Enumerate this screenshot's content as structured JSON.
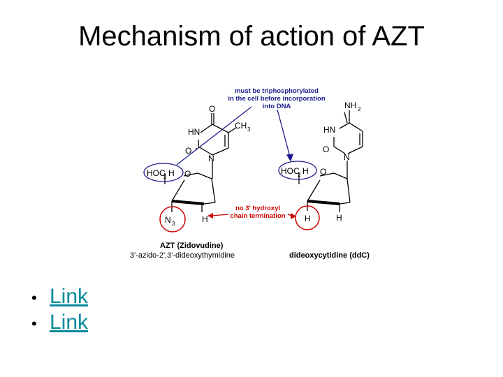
{
  "slide": {
    "title": "Mechanism of action of AZT"
  },
  "diagram": {
    "note_top": [
      "must be triphosphorylated",
      "in the cell before incorporation",
      "into DNA"
    ],
    "note_middle": [
      "no 3' hydroxyl",
      "chain termination"
    ],
    "azt": {
      "carbonyl_top": "O",
      "hn": "HN",
      "methyl": "CH",
      "methyl_sub": "3",
      "carbonyl_bottom": "O",
      "ring_n": "N",
      "hoch": "HOC",
      "hoch_sub": "2",
      "hoch_h": "H",
      "ring_o": "O",
      "n3": "N",
      "n3_sub": "3",
      "h": "H",
      "label": "AZT (Zidovudine)",
      "chem_name": "3'-azido-2',3'-dideoxythymidine"
    },
    "ddc": {
      "amine": "NH",
      "amine_sub": "2",
      "hn": "HN",
      "carbonyl_bottom": "O",
      "ring_n": "N",
      "hoch": "HOC",
      "hoch_sub": "2",
      "hoch_h": "H",
      "ring_o": "O",
      "h_left": "H",
      "h_right": "H",
      "label": "dideoxycytidine (ddC)"
    },
    "colors": {
      "blue": "#1a1a8c",
      "red": "#cc0000",
      "line": "#000000"
    }
  },
  "links": [
    {
      "label": "Link"
    },
    {
      "label": "Link"
    }
  ]
}
